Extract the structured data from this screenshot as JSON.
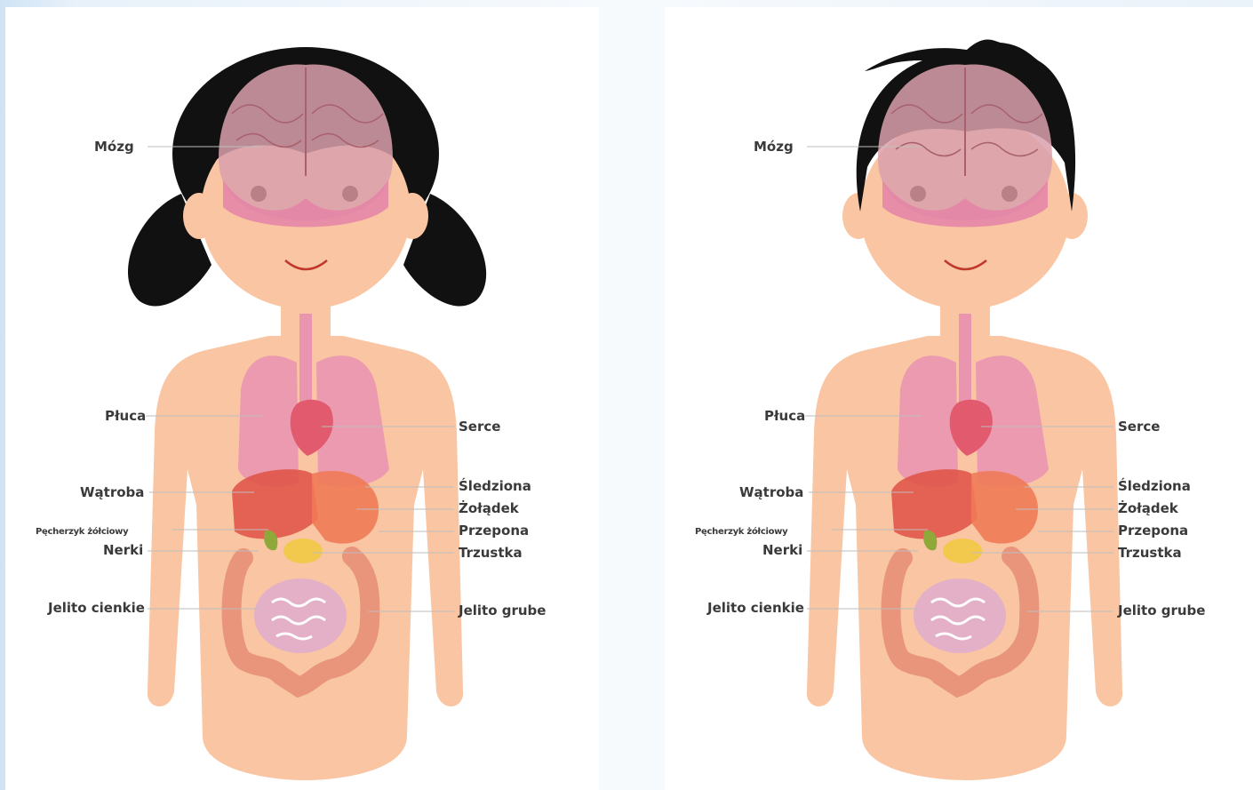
{
  "labels": {
    "brain": "Mózg",
    "lungs": "Płuca",
    "heart": "Serce",
    "liver": "Wątroba",
    "spleen": "Śledziona",
    "stomach": "Żołądek",
    "diaphragm": "Przepona",
    "gallbladder": "Pęcherzyk żółciowy",
    "kidneys": "Nerki",
    "pancreas": "Trzustka",
    "small_intestine": "Jelito cienkie",
    "large_intestine": "Jelito grube"
  },
  "figures": [
    {
      "id": "girl",
      "hair": "pigtails"
    },
    {
      "id": "boy",
      "hair": "short"
    }
  ],
  "colors": {
    "skin": "#f9c5a2",
    "hair": "#111111",
    "brain": "#c98a9a",
    "lungs": "#e995b0",
    "liver": "#e0564a",
    "stomach": "#ef7a56",
    "pancreas": "#f2c94c",
    "gallbladder": "#8fa83a",
    "intestine_large": "#e8957c",
    "intestine_small": "#e3b0c8",
    "mouth": "#c0392b"
  }
}
